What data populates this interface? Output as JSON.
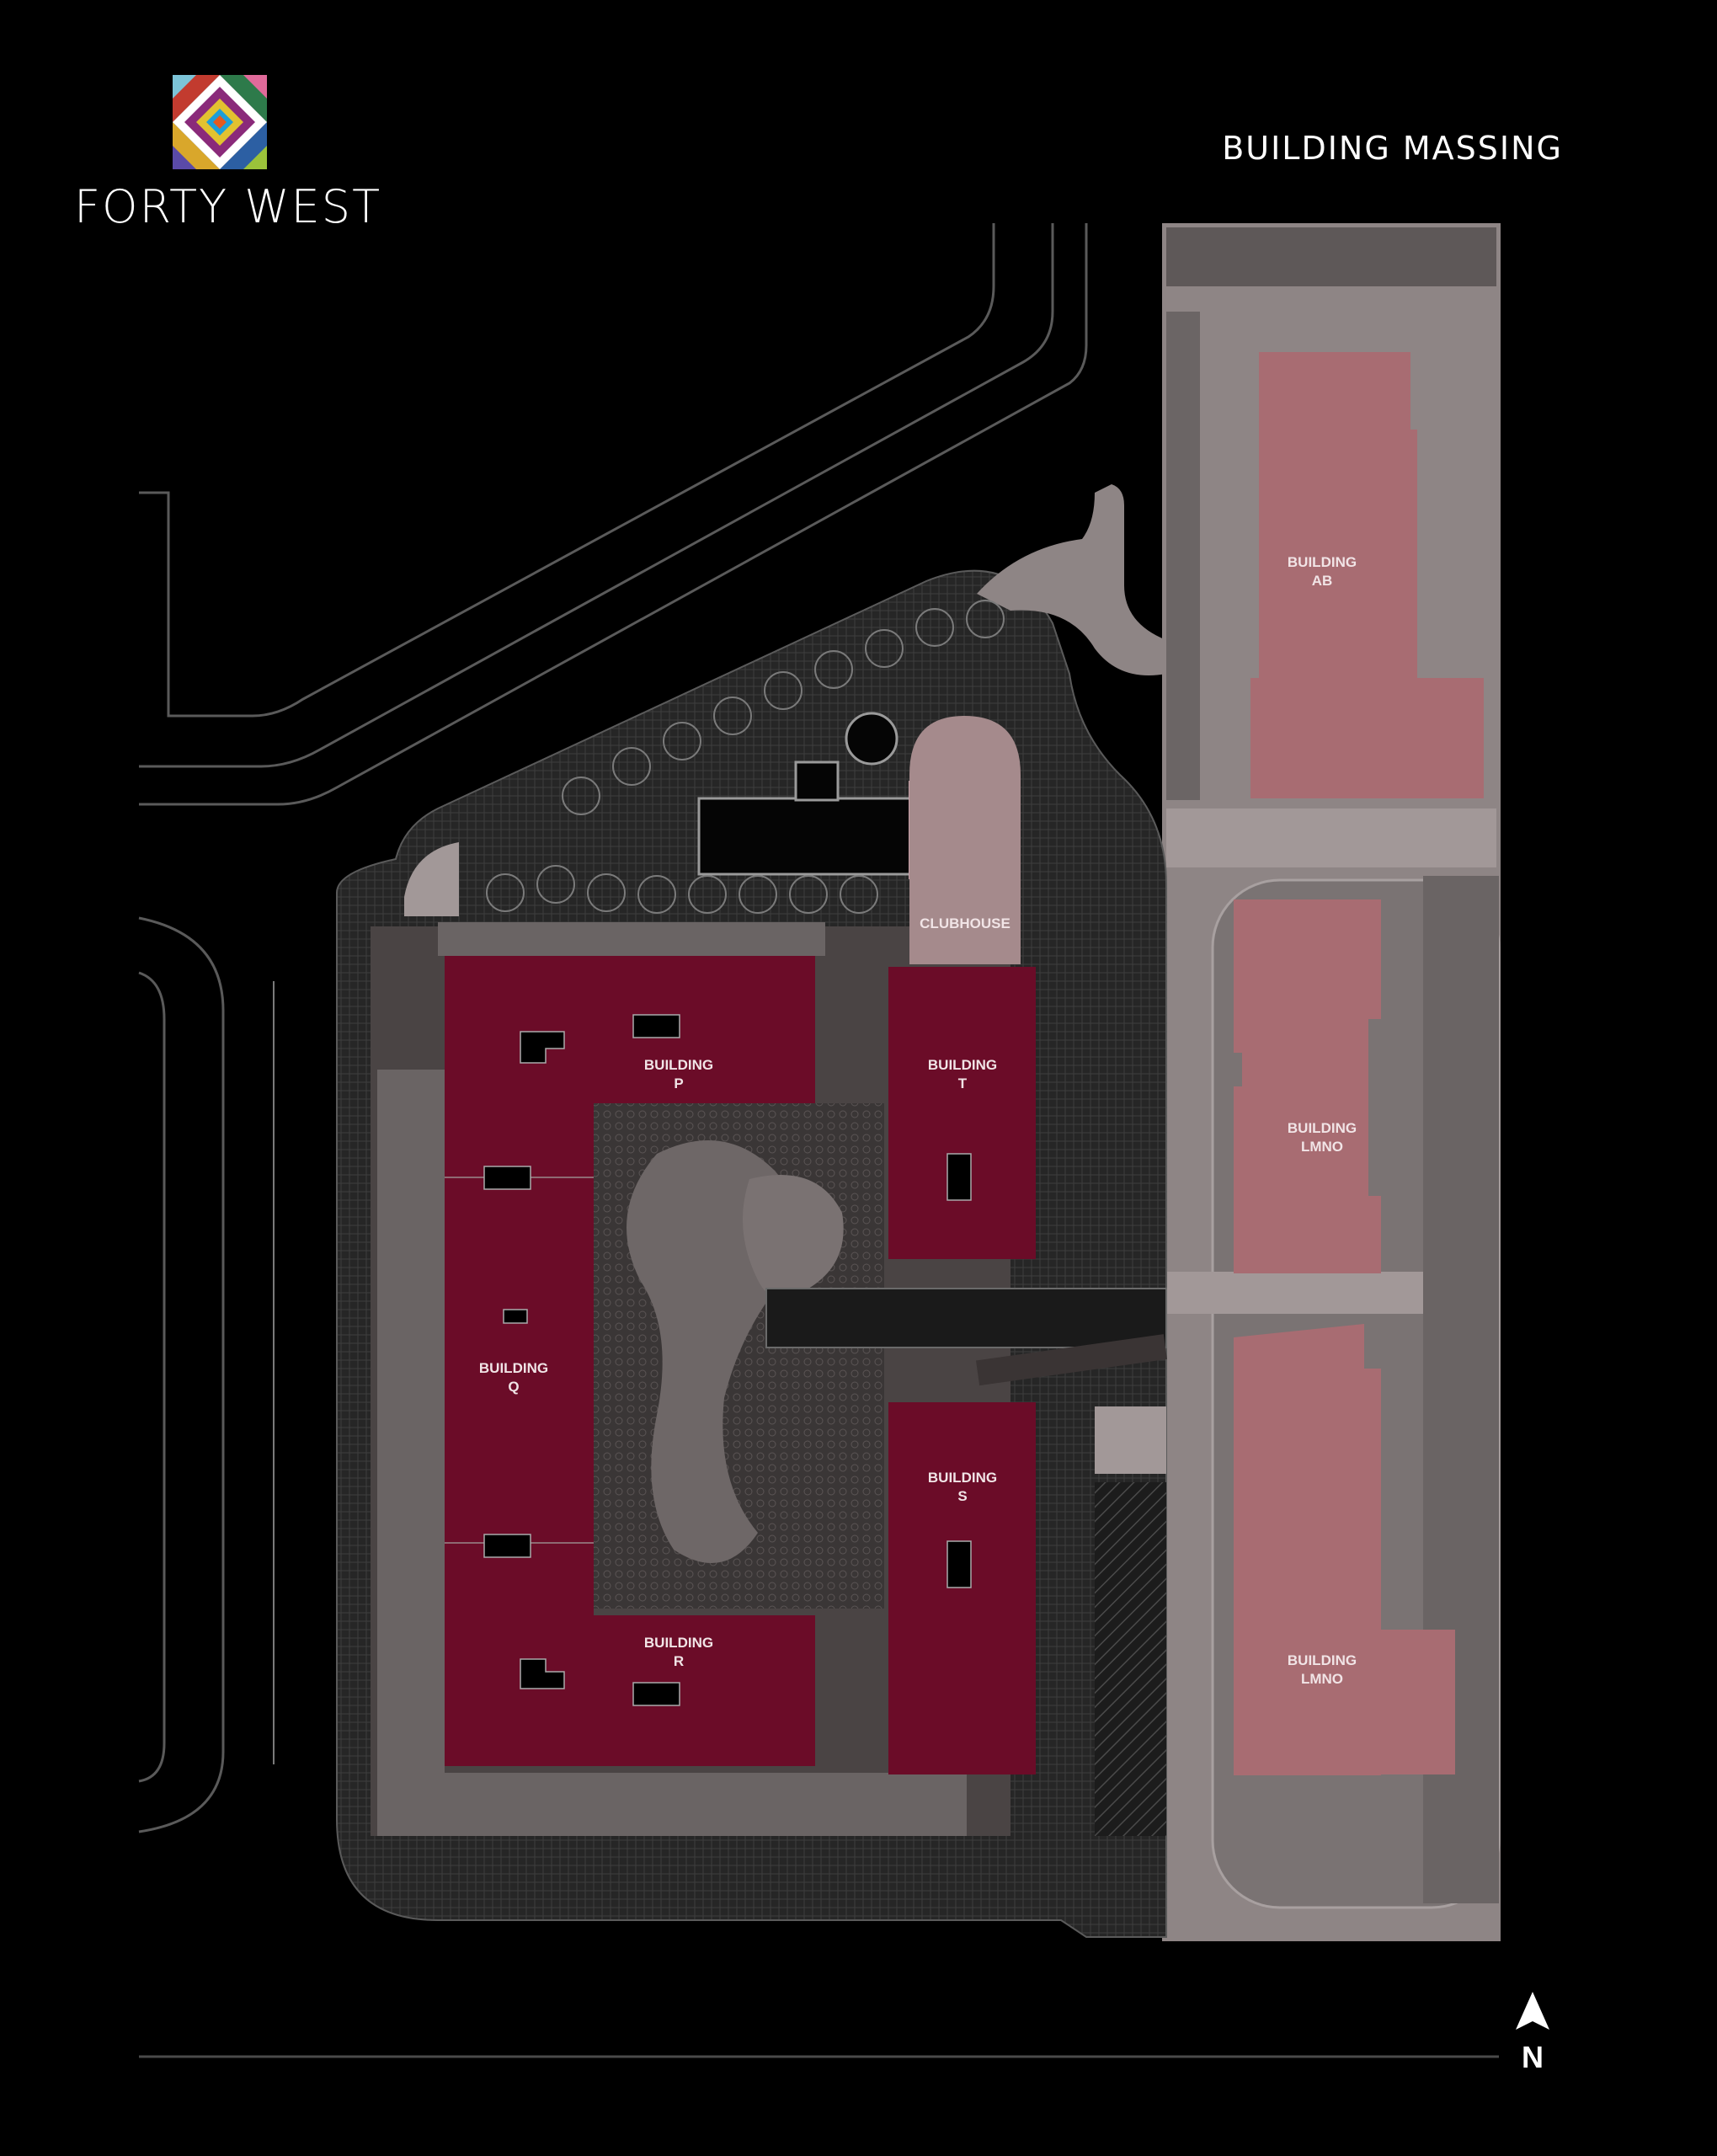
{
  "brand": {
    "name": "FORTY WEST",
    "logo_icon": "quilt-pattern-logo-icon"
  },
  "page": {
    "title": "BUILDING MASSING"
  },
  "compass": {
    "label": "N",
    "icon": "north-arrow-icon"
  },
  "colors": {
    "background": "#000000",
    "project_building": "#6b0c28",
    "adjacent_building": "#a86c72",
    "clubhouse": "#a58a8c",
    "site_hatch": "#2b2b2b",
    "paving": "#8e8585",
    "road_line": "#5a5a5a"
  },
  "buildings": {
    "p": {
      "line1": "BUILDING",
      "line2": "P"
    },
    "q": {
      "line1": "BUILDING",
      "line2": "Q"
    },
    "r": {
      "line1": "BUILDING",
      "line2": "R"
    },
    "t": {
      "line1": "BUILDING",
      "line2": "T"
    },
    "s": {
      "line1": "BUILDING",
      "line2": "S"
    },
    "ab": {
      "line1": "BUILDING",
      "line2": "AB"
    },
    "lmno_north": {
      "line1": "BUILDING",
      "line2": "LMNO"
    },
    "lmno_south": {
      "line1": "BUILDING",
      "line2": "LMNO"
    },
    "clubhouse": {
      "label": "CLUBHOUSE"
    }
  }
}
